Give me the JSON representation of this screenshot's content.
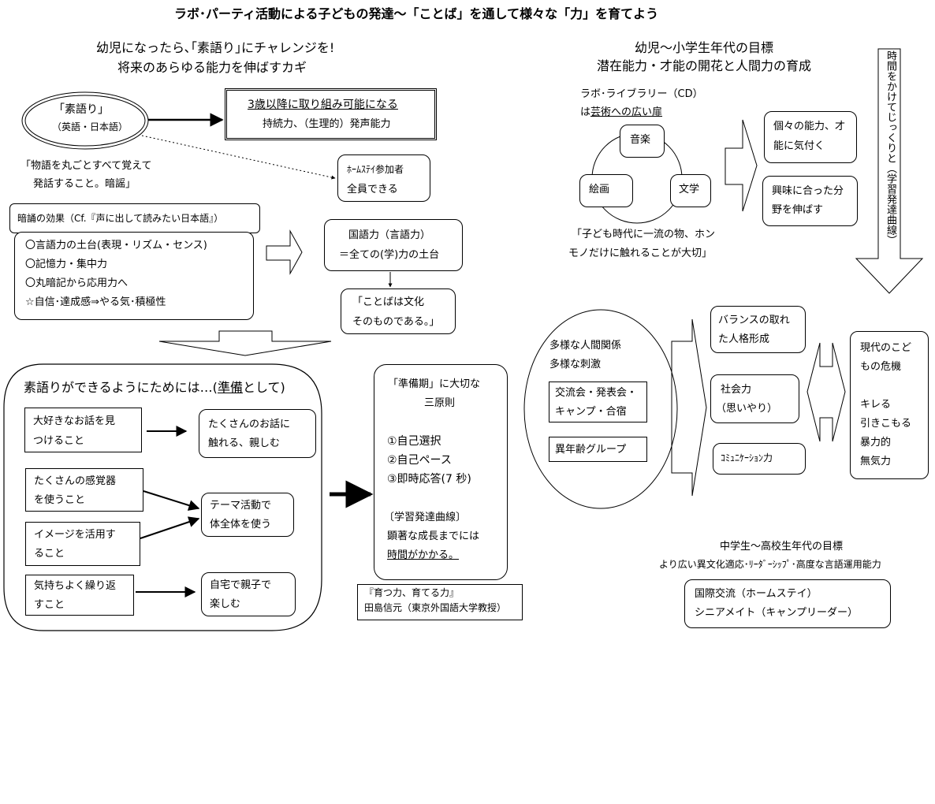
{
  "title": "ラボ･パーティ活動による子どもの発達〜「ことば」を通して様々な「力」を育てよう",
  "left": {
    "heading_line1": "幼児になったら､｢素語り｣にチャレンジを!",
    "heading_line2": "将来のあらゆる能力を伸ばすカギ",
    "sugatari_label": "「素語り」",
    "sugatari_sub": "（英語・日本語）",
    "ability_title": "3歳以降に取り組み可能になる",
    "ability_sub": "持続力、（生理的）発声能力",
    "memorize_line1": "「物語を丸ごとすべて覚えて",
    "memorize_line2": "発話すること。暗謡」",
    "homestay_line1": "ﾎｰﾑｽﾃｲ参加者",
    "homestay_line2": "全員できる",
    "effect_title": "暗誦の効果（Cf.『声に出して読みたい日本語』）",
    "effects": [
      "〇言語力の土台(表現・リズム・センス)",
      "〇記憶力・集中力",
      "〇丸暗記から応用力へ",
      "☆自信･達成感⇒やる気･積極性"
    ],
    "kokugo_line1": "国語力（言語力）",
    "kokugo_line2": "＝全ての(学)力の土台",
    "culture_line1": "「ことばは文化",
    "culture_line2": "そのものである。」"
  },
  "prep": {
    "heading_prefix": "素語りができるようにためには…(",
    "heading_underlined": "準備",
    "heading_suffix": "として)",
    "story_find": [
      "大好きなお話を見",
      "つけること"
    ],
    "story_touch": [
      "たくさんのお話に",
      "触れる、親しむ"
    ],
    "senses": [
      "たくさんの感覚器",
      "を使うこと"
    ],
    "image": [
      "イメージを活用す",
      "ること"
    ],
    "theme": [
      "テーマ活動で",
      "体全体を使う"
    ],
    "repeat": [
      "気持ちよく繰り返",
      "すこと"
    ],
    "home": [
      "自宅で親子で",
      "楽しむ"
    ],
    "principles_title1": "「準備期」に大切な",
    "principles_title2": "三原則",
    "principles": [
      "①自己選択",
      "②自己ペース",
      "③即時応答(7 秒)"
    ],
    "curve_line1": "〔学習発達曲線〕",
    "curve_line2": "顕著な成長までには",
    "curve_line3": "時間がかかる。",
    "source_line1": "『育つ力、育てる力』",
    "source_line2": "田島信元（東京外国語大学教授）"
  },
  "right": {
    "goal_line1": "幼児〜小学生年代の目標",
    "goal_line2": "潜在能力・才能の開花と人間力の育成",
    "library_line1": "ラボ･ライブラリー（CD）",
    "library_line2_prefix": "は",
    "library_line2_ul": "芸術への広い扉",
    "music": "音楽",
    "painting": "絵画",
    "literature": "文学",
    "firstclass_line1": "「子ども時代に一流の物、ホン",
    "firstclass_line2": "モノだけに触れることが大切」",
    "notice_line1": "個々の能力、才",
    "notice_line2": "能に気付く",
    "interest_line1": "興味に合った分",
    "interest_line2": "野を伸ばす",
    "vertical_text": "時間をかけてじっくりと（学習発達曲線）",
    "relations_line1": "多様な人間関係",
    "relations_line2": "多様な刺激",
    "exchange_line1": "交流会・発表会・",
    "exchange_line2": "キャンプ・合宿",
    "mixed_age": "異年齢グループ",
    "balance_line1": "バランスの取れ",
    "balance_line2": "た人格形成",
    "social_line1": "社会力",
    "social_line2": "（思いやり）",
    "communication": "ｺﾐｭﾆｹｰｼｮﾝ力",
    "crisis": [
      "現代のこど",
      "もの危機",
      "",
      "キレる",
      "引きこもる",
      "暴力的",
      "無気力"
    ],
    "jr_goal_line1": "中学生〜高校生年代の目標",
    "jr_goal_line2": "より広い異文化適応･ﾘｰﾀﾞｰｼｯﾌﾟ･高度な言語運用能力",
    "international_line1": "国際交流（ホームステイ）",
    "international_line2": "シニアメイト（キャンプリーダー）"
  }
}
